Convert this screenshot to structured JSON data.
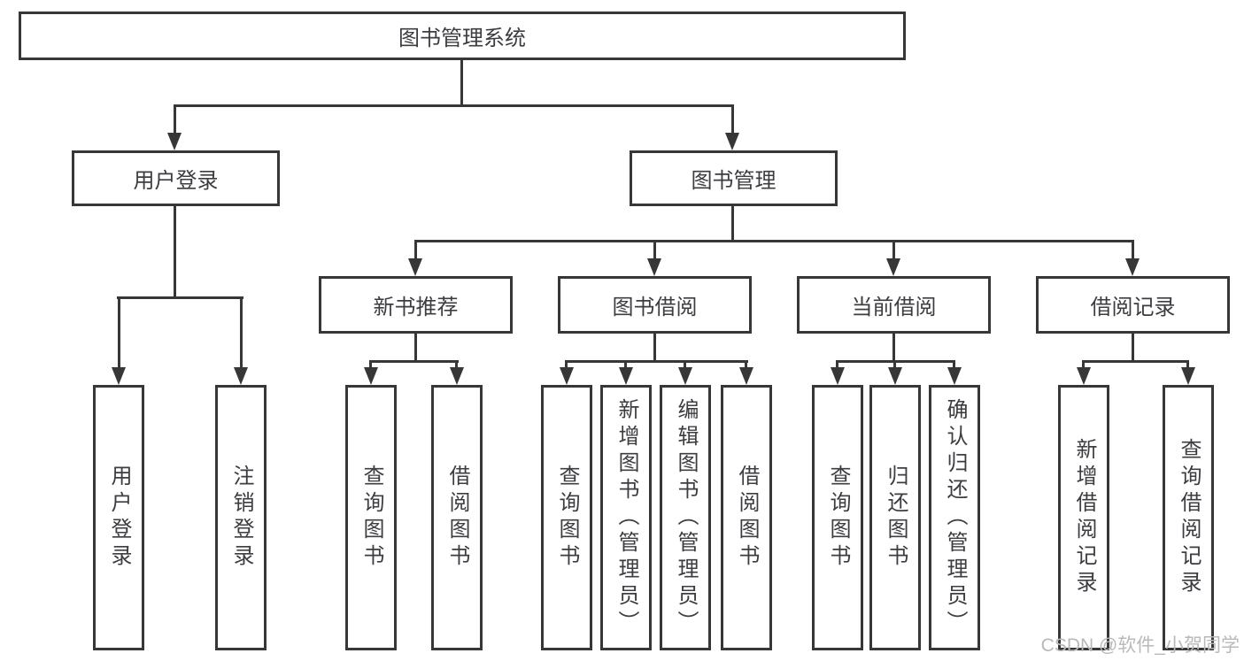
{
  "tree": {
    "root": {
      "label": "图书管理系统"
    },
    "children": [
      {
        "label": "用户登录",
        "children": [
          {
            "label": "用户登录"
          },
          {
            "label": "注销登录"
          }
        ]
      },
      {
        "label": "图书管理",
        "children": [
          {
            "label": "新书推荐",
            "children": [
              {
                "label": "查询图书"
              },
              {
                "label": "借阅图书"
              }
            ]
          },
          {
            "label": "图书借阅",
            "children": [
              {
                "label": "查询图书"
              },
              {
                "label": "新增图书（管理员）"
              },
              {
                "label": "编辑图书（管理员）"
              },
              {
                "label": "借阅图书"
              }
            ]
          },
          {
            "label": "当前借阅",
            "children": [
              {
                "label": "查询图书"
              },
              {
                "label": "归还图书"
              },
              {
                "label": "确认归还（管理员）"
              }
            ]
          },
          {
            "label": "借阅记录",
            "children": [
              {
                "label": "新增借阅记录"
              },
              {
                "label": "查询借阅记录"
              }
            ]
          }
        ]
      }
    ]
  },
  "watermark": {
    "text": "CSDN @软件_小贺同学"
  },
  "colors": {
    "line": "#373737",
    "text": "#3c3c41",
    "watermark": "#b9b9b9",
    "background": "#ffffff"
  }
}
